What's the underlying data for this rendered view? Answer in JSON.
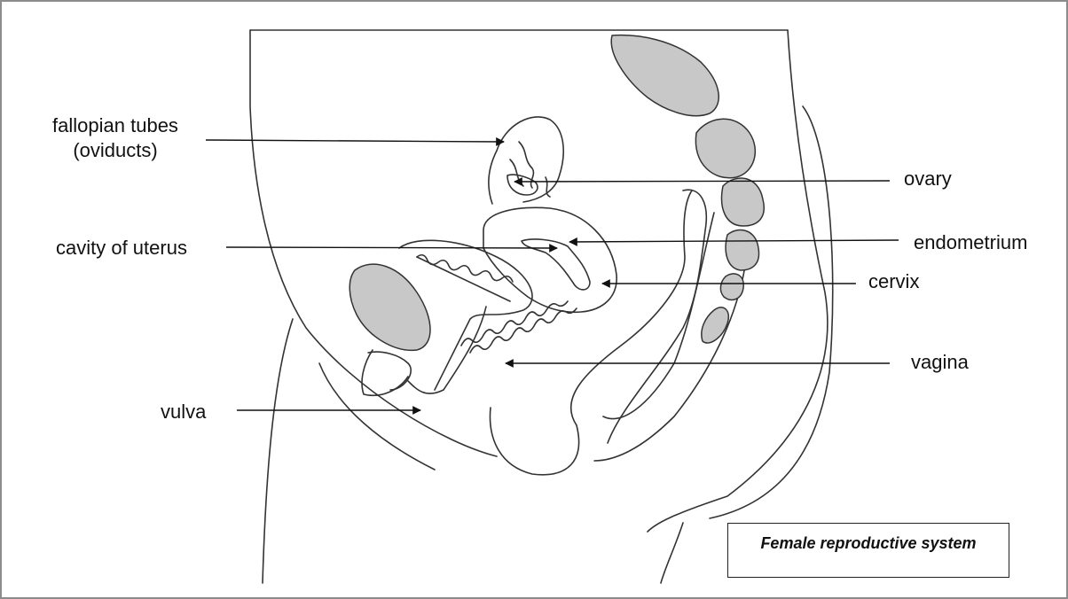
{
  "labels": {
    "fallopian_tubes": "fallopian tubes",
    "oviducts": "(oviducts)",
    "ovary": "ovary",
    "cavity_of_uterus": "cavity of uterus",
    "endometrium": "endometrium",
    "cervix": "cervix",
    "vagina": "vagina",
    "vulva": "vulva"
  },
  "caption": "Female reproductive system",
  "colors": {
    "organ_fill": "#c8c8c8",
    "outline": "#333333",
    "frame": "#8c8c8c"
  }
}
